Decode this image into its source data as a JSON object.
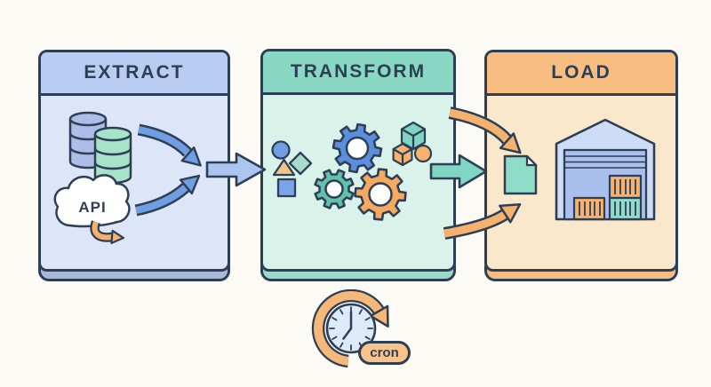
{
  "diagram": {
    "stages": [
      {
        "id": "extract",
        "label": "EXTRACT"
      },
      {
        "id": "transform",
        "label": "TRANSFORM"
      },
      {
        "id": "load",
        "label": "LOAD"
      }
    ],
    "extract_card": {
      "api_label": "API"
    },
    "scheduler": {
      "label": "cron"
    },
    "colors": {
      "outline": "#2e3f55",
      "background": "#fbfaf5",
      "extract_header": "#b9cdf3",
      "extract_body": "#dde6f8",
      "extract_base": "#a9b7d8",
      "transform_header": "#89d8c4",
      "transform_body": "#d9f3ea",
      "transform_base": "#9adbcd",
      "load_header": "#f7bd81",
      "load_body": "#fae8cd",
      "load_base": "#f6bc84",
      "arrow_blue": "#abc5f0",
      "arrow_swoosh_blue": "#6f9ee3",
      "arrow_teal": "#7fd6c2",
      "arrow_orange": "#f5b26e",
      "clock_face": "#dceaf9"
    }
  }
}
